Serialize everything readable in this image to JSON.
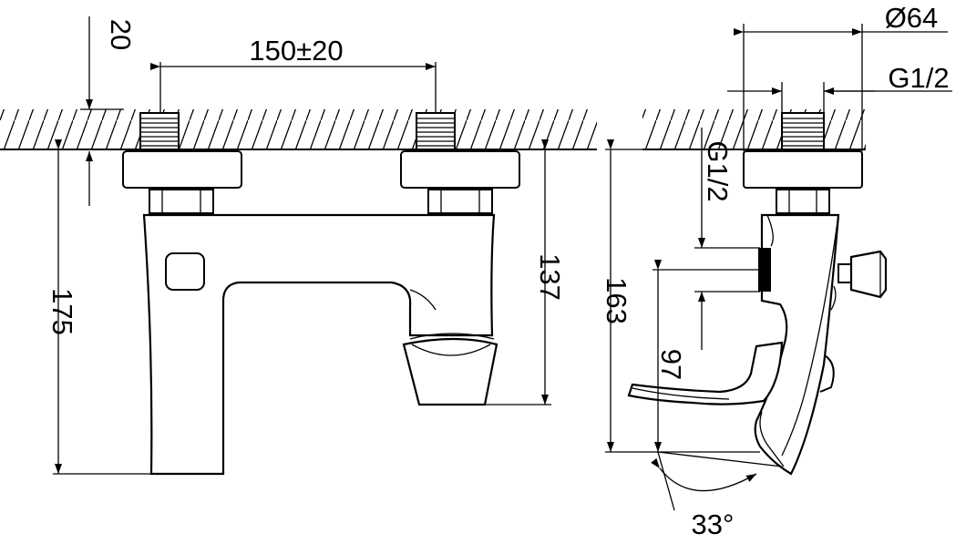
{
  "front_view": {
    "dim_center_distance": "150±20",
    "dim_wall_gap": "20",
    "dim_total_height": "175",
    "dim_spout_height": "137"
  },
  "side_view": {
    "dim_diameter": "Ø64",
    "dim_thread_top": "G1/2",
    "dim_thread_side": "G1/2",
    "dim_height": "163",
    "dim_handle_height": "97",
    "dim_angle": "33°"
  }
}
